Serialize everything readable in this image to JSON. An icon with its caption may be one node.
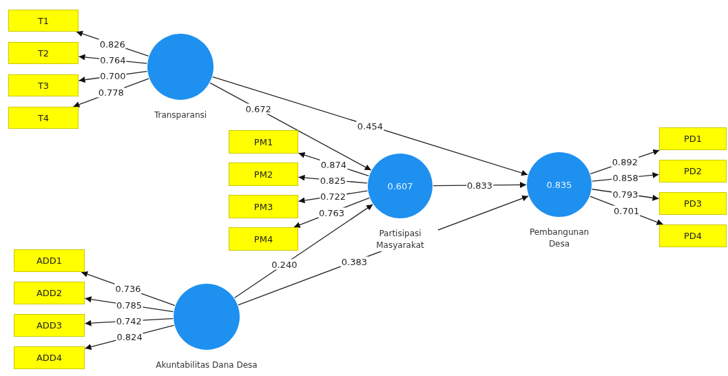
{
  "diagram": {
    "nodes": [
      {
        "text": [
          "T1"
        ]
      },
      {
        "text": [
          "T2"
        ]
      },
      {
        "text": [
          "T3"
        ]
      },
      {
        "text": [
          "T4"
        ]
      },
      {
        "text": [
          "Transparansi"
        ]
      },
      {
        "text": [
          "PM1"
        ]
      },
      {
        "text": [
          "PM2"
        ]
      },
      {
        "text": [
          "PM3"
        ]
      },
      {
        "text": [
          "PM4"
        ]
      },
      {
        "text": [
          "0.607",
          "Partisipasi Masyarakat"
        ]
      },
      {
        "text": [
          "0.835",
          "Pembangunan Desa"
        ]
      },
      {
        "text": [
          "PD1"
        ]
      },
      {
        "text": [
          "PD2"
        ]
      },
      {
        "text": [
          "PD3"
        ]
      },
      {
        "text": [
          "PD4"
        ]
      },
      {
        "text": [
          "ADD1"
        ]
      },
      {
        "text": [
          "ADD2"
        ]
      },
      {
        "text": [
          "ADD3"
        ]
      },
      {
        "text": [
          "ADD4"
        ]
      },
      {
        "text": [
          "Akuntabilitas Dana Desa"
        ]
      }
    ],
    "edges": [
      {
        "from": 4,
        "to": 0,
        "arrow": "to",
        "label": "0.826"
      },
      {
        "from": 4,
        "to": 1,
        "arrow": "to",
        "label": "0.764"
      },
      {
        "from": 4,
        "to": 2,
        "arrow": "to",
        "label": "0.700"
      },
      {
        "from": 4,
        "to": 3,
        "arrow": "to",
        "label": "0.778"
      },
      {
        "from": 4,
        "to": 9,
        "arrow": "to",
        "label": "0.672"
      },
      {
        "from": 4,
        "to": 10,
        "arrow": "to",
        "label": "0.454"
      },
      {
        "from": 9,
        "to": 5,
        "arrow": "to",
        "label": "0.874"
      },
      {
        "from": 9,
        "to": 6,
        "arrow": "to",
        "label": "0.825"
      },
      {
        "from": 9,
        "to": 7,
        "arrow": "to",
        "label": "0.722"
      },
      {
        "from": 9,
        "to": 8,
        "arrow": "to",
        "label": "0.763"
      },
      {
        "from": 9,
        "to": 10,
        "arrow": "to",
        "label": "0.833"
      },
      {
        "from": 10,
        "to": 11,
        "arrow": "to",
        "label": "0.892"
      },
      {
        "from": 10,
        "to": 12,
        "arrow": "to",
        "label": "0.858"
      },
      {
        "from": 10,
        "to": 13,
        "arrow": "to",
        "label": "0.793"
      },
      {
        "from": 10,
        "to": 14,
        "arrow": "to",
        "label": "0.701"
      },
      {
        "from": 19,
        "to": 15,
        "arrow": "to",
        "label": "0.736"
      },
      {
        "from": 19,
        "to": 16,
        "arrow": "to",
        "label": "0.785"
      },
      {
        "from": 19,
        "to": 17,
        "arrow": "to",
        "label": "0.742"
      },
      {
        "from": 19,
        "to": 18,
        "arrow": "to",
        "label": "0.824"
      },
      {
        "from": 19,
        "to": 9,
        "arrow": "to",
        "label": "0.240"
      },
      {
        "from": 19,
        "to": 10,
        "arrow": "to",
        "label": "0.383"
      }
    ]
  }
}
